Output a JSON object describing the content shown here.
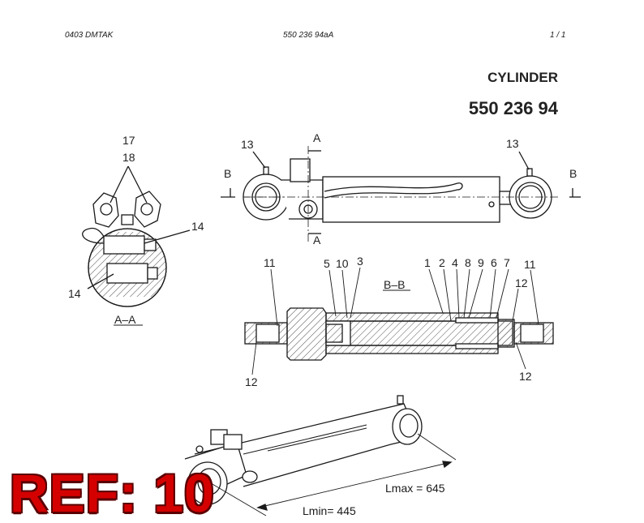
{
  "header": {
    "left": "0403 DMTAK",
    "center": "550 236 94aA",
    "page": "1 /   1"
  },
  "title": {
    "name": "CYLINDER",
    "part_number": "550 236 94"
  },
  "labels": {
    "l17": "17",
    "l18": "18",
    "l14a": "14",
    "l14b": "14",
    "sec_aa": "A–A",
    "l13a": "13",
    "l13b": "13",
    "lA1": "A",
    "lA2": "A",
    "lB1": "B",
    "lB2": "B",
    "l11a": "11",
    "l5": "5",
    "l10": "10",
    "l3": "3",
    "sec_bb": "B–B",
    "l1": "1",
    "l2": "2",
    "l4": "4",
    "l8": "8",
    "l9": "9",
    "l6": "6",
    "l7": "7",
    "l11b": "11",
    "l12a": "12",
    "l12b": "12",
    "l12c": "12"
  },
  "dimensions": {
    "lmax": "Lmax = 645",
    "lmin": "Lmin=  445"
  },
  "ref_stamp": "REF: 10",
  "colors": {
    "ref": "#d40000",
    "line": "#1a1a1a",
    "hatch": "#555555"
  }
}
